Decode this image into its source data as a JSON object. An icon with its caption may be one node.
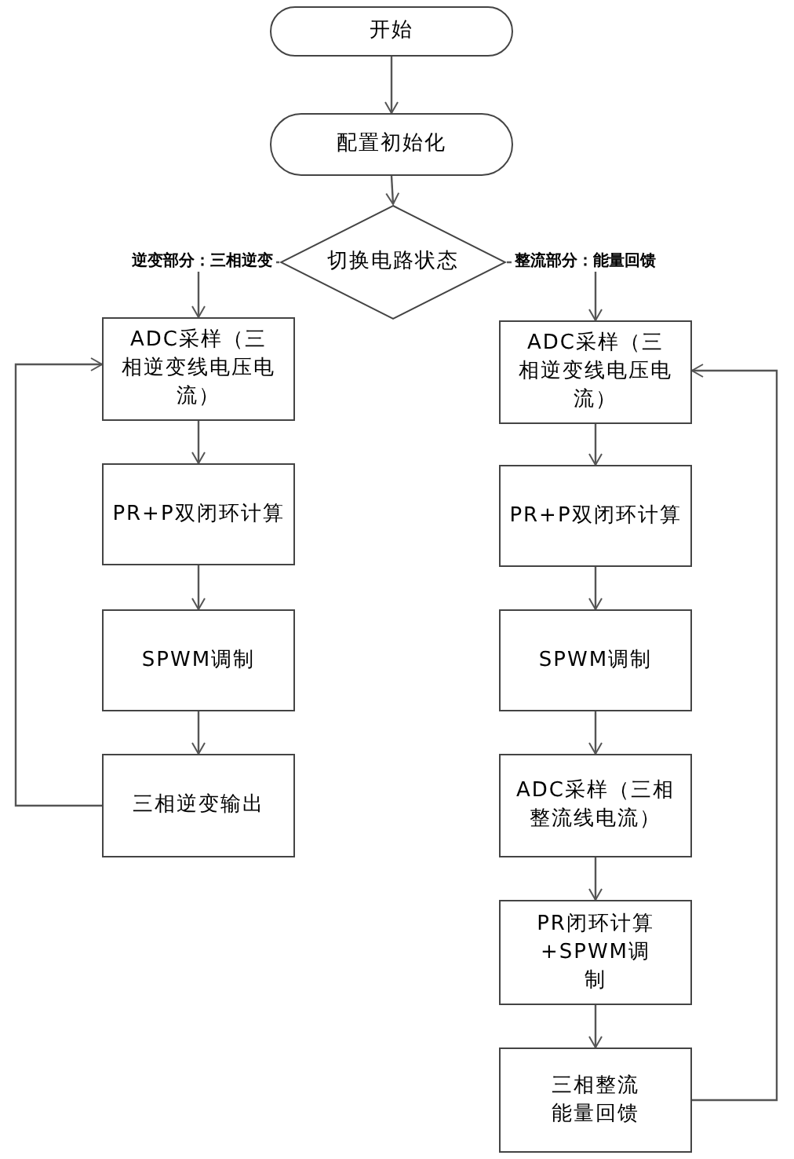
{
  "diagram": {
    "nodes": [
      {
        "text": [
          "开始"
        ]
      },
      {
        "text": [
          "配置初始化"
        ]
      },
      {
        "text": [
          "切换电路状态"
        ]
      },
      {
        "text": [
          "ADC采样（三相逆变线电压电流）"
        ]
      },
      {
        "text": [
          "PR+P双闭环计算"
        ]
      },
      {
        "text": [
          "SPWM调制"
        ]
      },
      {
        "text": [
          "三相逆变输出"
        ]
      },
      {
        "text": [
          "ADC采样（三相逆变线电压电流）"
        ]
      },
      {
        "text": [
          "PR+P双闭环计算"
        ]
      },
      {
        "text": [
          "SPWM调制"
        ]
      },
      {
        "text": [
          "ADC采样（三相整流线电流）"
        ]
      },
      {
        "text": [
          "PR闭环计算+SPWM调制"
        ]
      },
      {
        "text": [
          "三相整流能量回馈"
        ]
      }
    ],
    "edges": [
      {
        "from": 0,
        "to": 1,
        "arrow": "to"
      },
      {
        "from": 1,
        "to": 2,
        "arrow": "to"
      },
      {
        "from": 2,
        "to": 3,
        "arrow": "to",
        "label": "逆变部分：三相逆变"
      },
      {
        "from": 2,
        "to": 7,
        "arrow": "to",
        "label": "整流部分：能量回馈"
      },
      {
        "from": 3,
        "to": 4,
        "arrow": "to"
      },
      {
        "from": 4,
        "to": 5,
        "arrow": "to"
      },
      {
        "from": 5,
        "to": 6,
        "arrow": "to"
      },
      {
        "from": 6,
        "to": 3,
        "arrow": "to"
      },
      {
        "from": 7,
        "to": 8,
        "arrow": "to"
      },
      {
        "from": 8,
        "to": 9,
        "arrow": "to"
      },
      {
        "from": 9,
        "to": 10,
        "arrow": "to"
      },
      {
        "from": 10,
        "to": 11,
        "arrow": "to"
      },
      {
        "from": 11,
        "to": 12,
        "arrow": "to"
      },
      {
        "from": 12,
        "to": 7,
        "arrow": "to"
      }
    ]
  }
}
